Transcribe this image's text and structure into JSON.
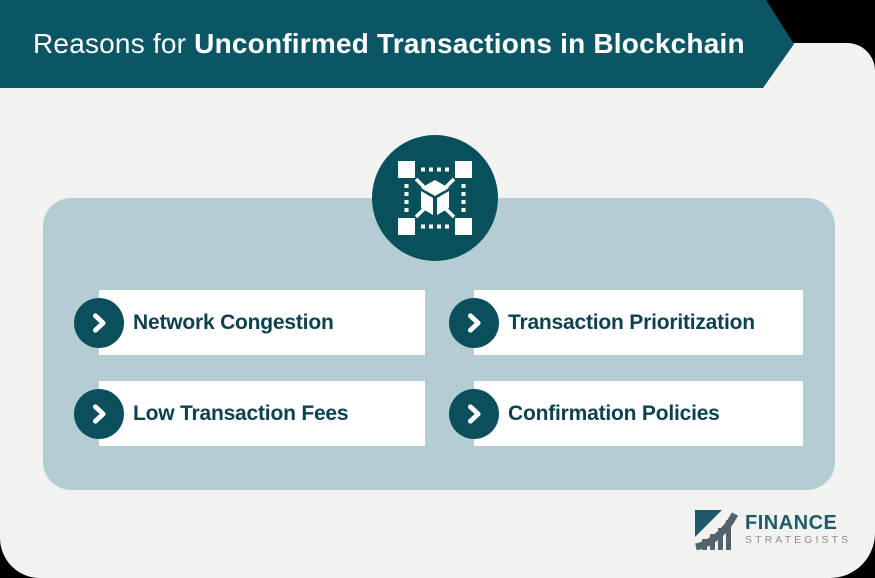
{
  "header": {
    "title_regular": "Reasons for ",
    "title_bold": "Unconfirmed Transactions in Blockchain"
  },
  "items": [
    {
      "label": "Network Congestion"
    },
    {
      "label": "Transaction Prioritization"
    },
    {
      "label": "Low Transaction Fees"
    },
    {
      "label": "Confirmation Policies"
    }
  ],
  "brand": {
    "name_top": "FINANCE",
    "name_bottom": "STRATEGISTS"
  },
  "icons": {
    "center": "blockchain-network-icon",
    "item_bullet": "chevron-right-icon",
    "brand": "bridge-chart-icon"
  },
  "colors": {
    "ribbon_teal": "#0b5664",
    "panel_blue_gray": "#b4cdd2",
    "card_background": "#f2f2f1",
    "dark_circle": "#07505c",
    "bullet_circle": "#0b4f5c",
    "item_text": "#0e414f",
    "brand_teal": "#1d5b68",
    "brand_gray": "#8a9099",
    "outside_background": "#000000"
  }
}
